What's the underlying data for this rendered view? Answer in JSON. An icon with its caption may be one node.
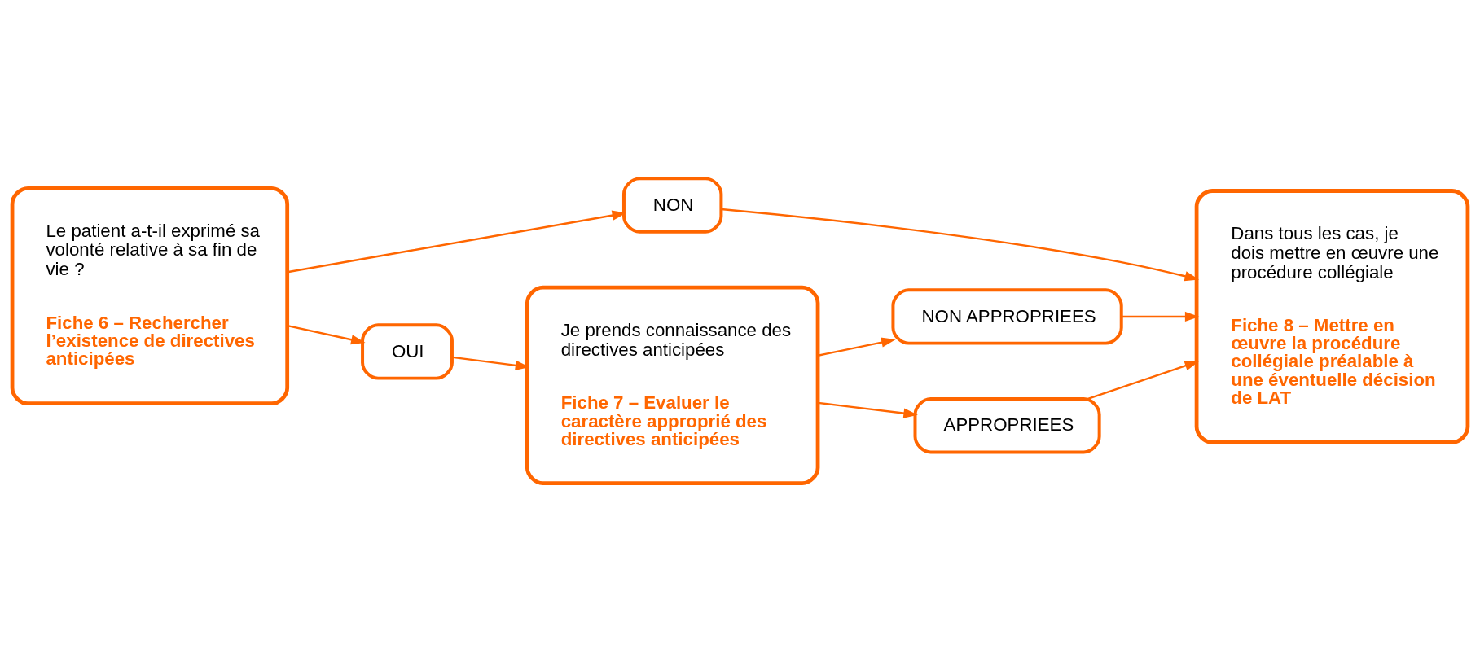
{
  "diagram": {
    "nodes": [
      {
        "text": [
          "Le patient a-t-il exprimé sa volonté relative à sa fin de vie ?",
          "Fiche 6 – Rechercher l’existence de directives anticipées"
        ]
      },
      {
        "text": [
          "NON"
        ]
      },
      {
        "text": [
          "OUI"
        ]
      },
      {
        "text": [
          "Je prends connaissance des directives anticipées",
          "Fiche 7 – Evaluer le caractère approprié des directives anticipées"
        ]
      },
      {
        "text": [
          "NON APPROPRIEES"
        ]
      },
      {
        "text": [
          "APPROPRIEES"
        ]
      },
      {
        "text": [
          "Dans tous les cas, je dois mettre en œuvre une procédure collégiale",
          "Fiche 8 – Mettre en œuvre la procédure collégiale préalable à une éventuelle décision de LAT"
        ]
      }
    ],
    "edges": [
      {
        "from": 0,
        "to": 1,
        "arrow": "to"
      },
      {
        "from": 0,
        "to": 2,
        "arrow": "to"
      },
      {
        "from": 1,
        "to": 6,
        "arrow": "to"
      },
      {
        "from": 2,
        "to": 3,
        "arrow": "to"
      },
      {
        "from": 3,
        "to": 4,
        "arrow": "to"
      },
      {
        "from": 3,
        "to": 5,
        "arrow": "to"
      },
      {
        "from": 4,
        "to": 6,
        "arrow": "to"
      },
      {
        "from": 5,
        "to": 6,
        "arrow": "to"
      }
    ]
  }
}
